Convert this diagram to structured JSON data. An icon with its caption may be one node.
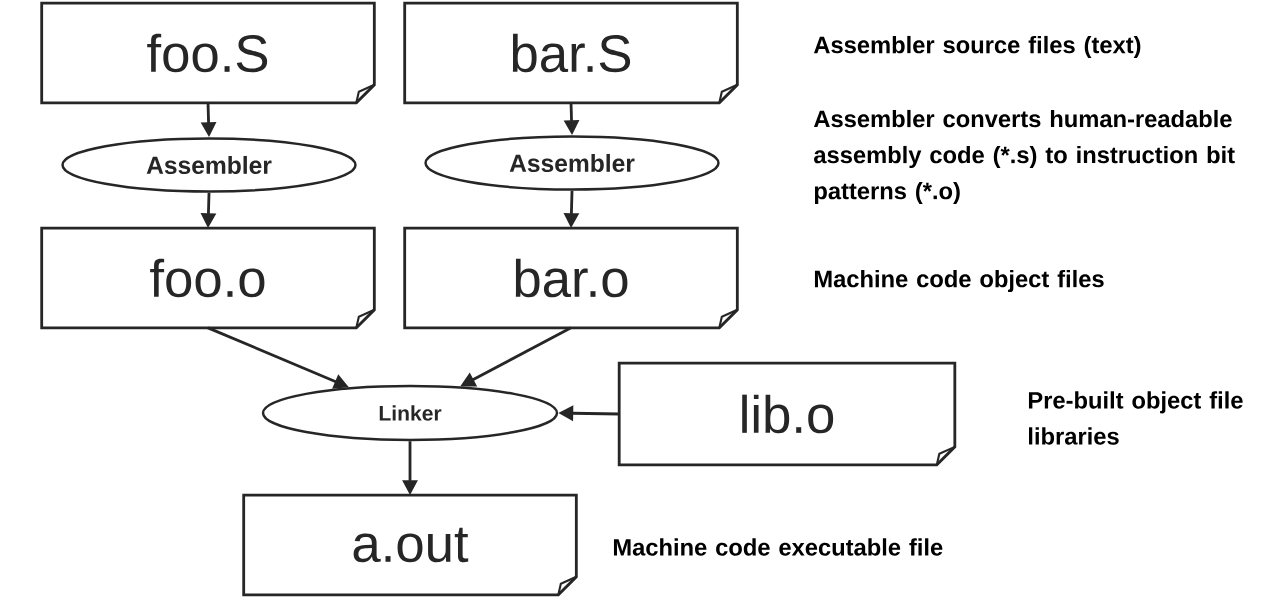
{
  "diagram": {
    "nodes": [
      {
        "text": [
          "foo.S"
        ]
      },
      {
        "text": [
          "bar.S"
        ]
      },
      {
        "text": [
          "Assembler"
        ]
      },
      {
        "text": [
          "Assembler"
        ]
      },
      {
        "text": [
          "foo.o"
        ]
      },
      {
        "text": [
          "bar.o"
        ]
      },
      {
        "text": [
          "Linker"
        ]
      },
      {
        "text": [
          "lib.o"
        ]
      },
      {
        "text": [
          "a.out"
        ]
      }
    ],
    "edges": [
      {
        "from": 0,
        "to": 2,
        "arrow": "to"
      },
      {
        "from": 1,
        "to": 3,
        "arrow": "to"
      },
      {
        "from": 2,
        "to": 4,
        "arrow": "to"
      },
      {
        "from": 3,
        "to": 5,
        "arrow": "to"
      },
      {
        "from": 4,
        "to": 6,
        "arrow": "to"
      },
      {
        "from": 5,
        "to": 6,
        "arrow": "to"
      },
      {
        "from": 7,
        "to": 6,
        "arrow": "to"
      },
      {
        "from": 6,
        "to": 8,
        "arrow": "to"
      }
    ],
    "labels": [
      "Assembler source files (text)",
      "Assembler converts human-readable assembly code (*.s) to instruction bit patterns (*.o)",
      "Machine code object files",
      "Pre-built object file libraries",
      "Machine code executable file"
    ]
  }
}
